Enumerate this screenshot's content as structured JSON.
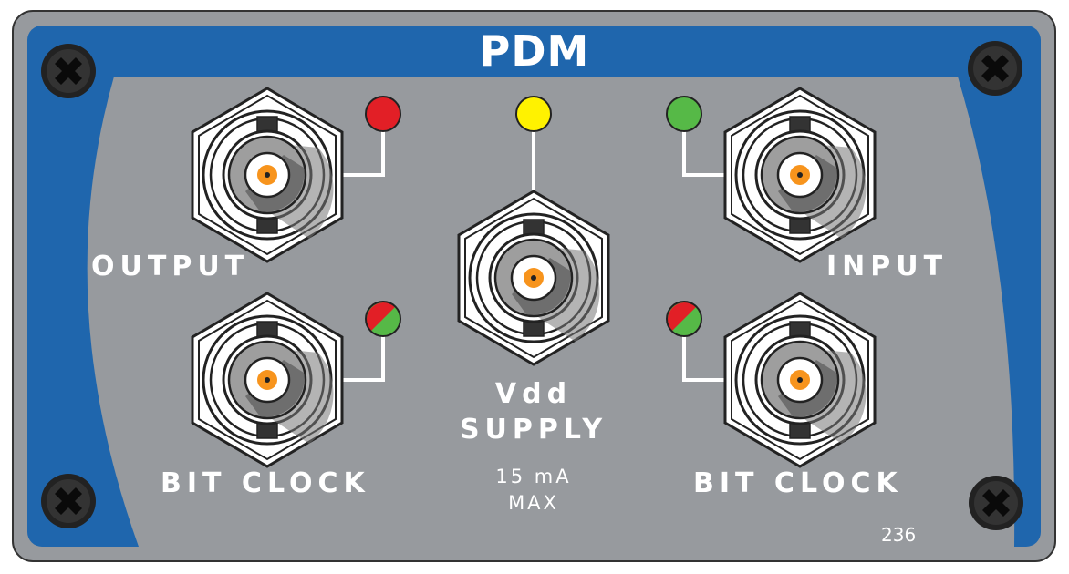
{
  "panel": {
    "title": "PDM",
    "labels": {
      "output": "OUTPUT",
      "input": "INPUT",
      "bit_clock_left": "BIT CLOCK",
      "bit_clock_right": "BIT CLOCK",
      "vdd_line1": "Vdd",
      "vdd_line2": "SUPPLY",
      "current_line1": "15 mA",
      "current_line2": "MAX"
    },
    "serial": "236"
  },
  "colors": {
    "frame_blue": "#1f66ad",
    "panel_gray": "#979a9e",
    "led_red": "#e21f26",
    "led_yellow": "#fff200",
    "led_green": "#56b947",
    "bnc_pin": "#f7941d"
  },
  "connectors": [
    {
      "id": "output-bnc",
      "led": [
        "red"
      ]
    },
    {
      "id": "bit-clock-left-bnc",
      "led": [
        "red",
        "green"
      ]
    },
    {
      "id": "vdd-supply-bnc",
      "led": [
        "yellow"
      ]
    },
    {
      "id": "input-bnc",
      "led": [
        "green"
      ]
    },
    {
      "id": "bit-clock-right-bnc",
      "led": [
        "red",
        "green"
      ]
    }
  ]
}
